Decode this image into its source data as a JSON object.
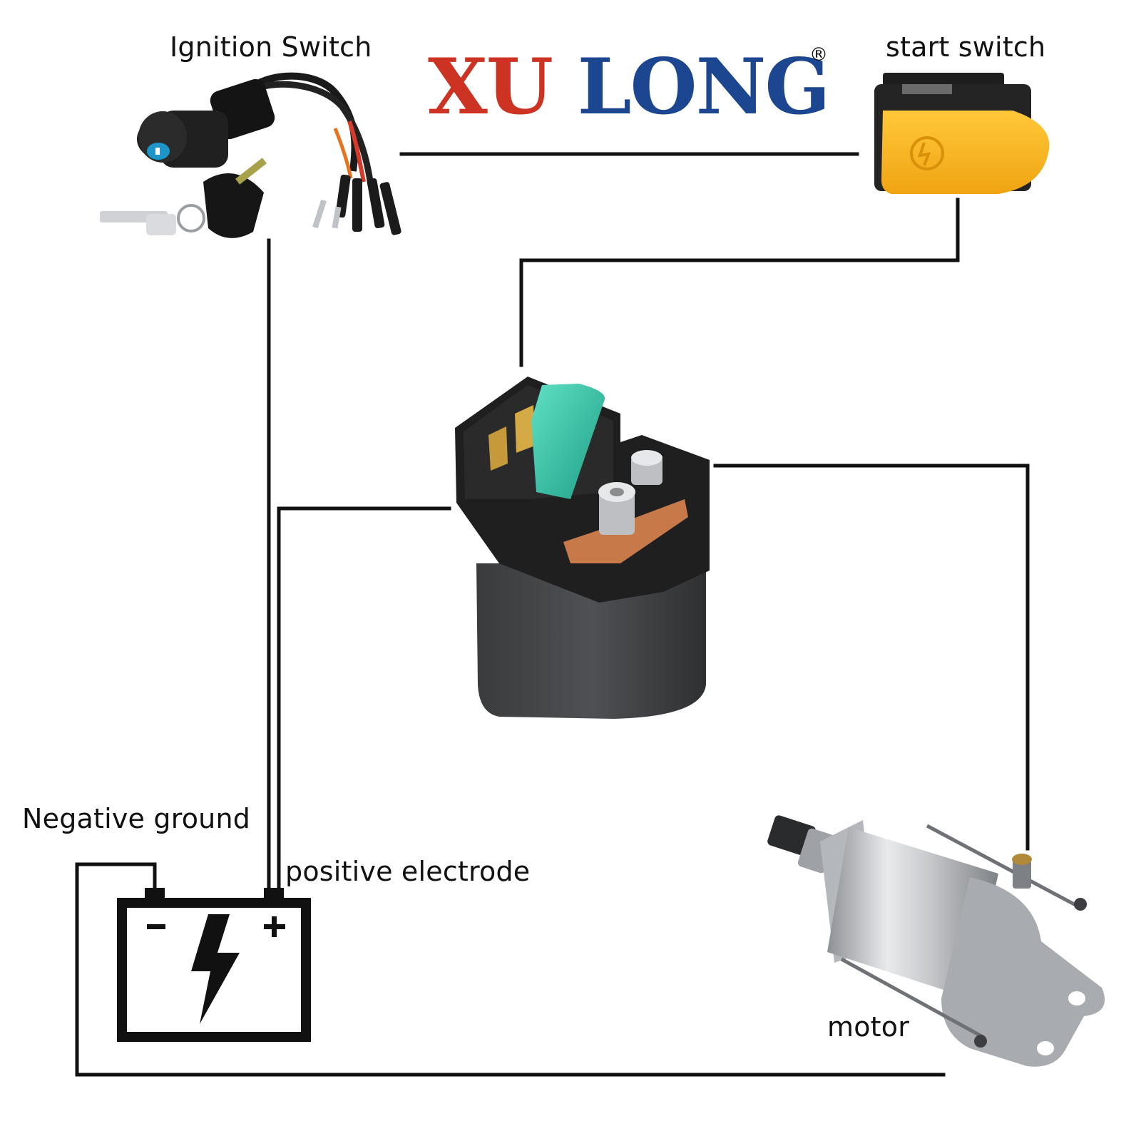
{
  "brand": {
    "word1": "XU",
    "word2": "LONG",
    "registered": "®",
    "colors": {
      "red": "#cc3322",
      "blue": "#1d4690"
    }
  },
  "labels": {
    "ignition_switch": "Ignition Switch",
    "start_switch": "start switch",
    "negative_ground": "Negative ground",
    "positive_electrode": "positive electrode",
    "motor": "motor"
  },
  "battery": {
    "minus": "−",
    "plus": "+"
  },
  "colors": {
    "wire": "#111111",
    "switch_yellow": "#f7b21a",
    "fuse_green": "#3cc3a8",
    "copper": "#c8794a",
    "motor_silver": "#c6c8cb"
  }
}
